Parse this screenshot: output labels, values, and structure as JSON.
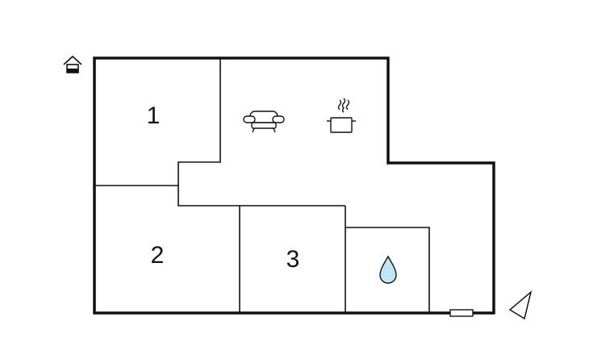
{
  "floor_plan": {
    "rooms": [
      {
        "label": "1"
      },
      {
        "label": "2"
      },
      {
        "label": "3"
      }
    ],
    "icons": [
      {
        "name": "house-entrance-icon"
      },
      {
        "name": "sofa-icon",
        "meaning": "living area"
      },
      {
        "name": "cooking-pot-icon",
        "meaning": "kitchen"
      },
      {
        "name": "water-drop-icon",
        "meaning": "bathroom"
      },
      {
        "name": "compass-north-icon"
      },
      {
        "name": "door-icon"
      }
    ],
    "colors": {
      "wall": "#111111",
      "background": "#ffffff",
      "water": "#bfe6f2"
    }
  }
}
